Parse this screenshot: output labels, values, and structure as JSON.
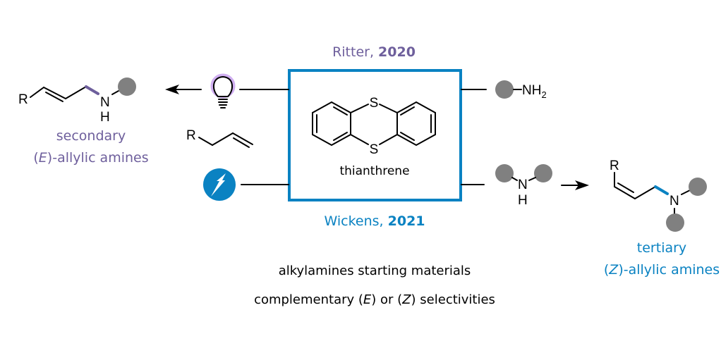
{
  "colors": {
    "ritter": "#6e5f9c",
    "wickens": "#0a82c2",
    "substituent": "#808080"
  },
  "center": {
    "label": "thianthrene",
    "atom_s": "S"
  },
  "ritter": {
    "name": "Ritter, ",
    "year": "2020",
    "icon": "lightbulb-icon"
  },
  "wickens": {
    "name": "Wickens, ",
    "year": "2021",
    "icon": "electrochemistry-bolt-icon"
  },
  "left_product": {
    "line1": "secondary",
    "line2_open": "(",
    "line2_italic": "E",
    "line2_rest": ")-allylic amines",
    "atom_r": "R",
    "atom_n": "N",
    "atom_h": "H"
  },
  "right_product": {
    "line1": "tertiary",
    "line2_open": "(",
    "line2_italic": "Z",
    "line2_rest": ")-allylic amines",
    "atom_r": "R",
    "atom_n": "N"
  },
  "reagents": {
    "primary_amine": "NH",
    "primary_amine_sub": "2",
    "secondary_amine_n": "N",
    "secondary_amine_h": "H",
    "alkene_r": "R"
  },
  "summary": {
    "line1": "alkylamines starting materials",
    "line2_a": "complementary (",
    "line2_e": "E",
    "line2_b": ") or (",
    "line2_z": "Z",
    "line2_c": ") selectivities"
  }
}
